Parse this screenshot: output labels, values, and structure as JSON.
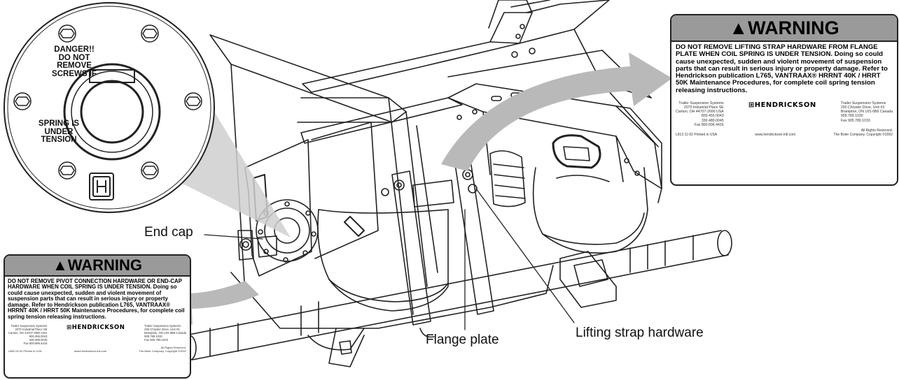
{
  "callouts": {
    "end_cap": "End cap",
    "flange_plate": "Flange plate",
    "lifting_strap": "Lifting strap hardware"
  },
  "disc": {
    "line1": "DANGER!!",
    "line2": "DO NOT",
    "line3": "REMOVE",
    "line4": "SCREWS IF",
    "line5": "SPRING IS",
    "line6": "UNDER",
    "line7": "TENSION"
  },
  "warning_top": {
    "title": "WARNING",
    "text": "DO NOT REMOVE LIFTING STRAP HARDWARE FROM FLANGE PLATE WHEN COIL SPRING IS UNDER TENSION. Doing so could cause unexpected, sudden and violent movement of suspension parts that can result in serious injury or property damage. Refer to Hendrickson publication L765, VANTRAAX® HRRNT 40K / HRRT 50K Maintenance Procedures, for complete coil spring tension releasing instructions.",
    "addr_left": [
      "Trailer Suspension Systems",
      "2070 Industrial Place SE",
      "Canton, OH 44707-2600 USA",
      "800.455.0043",
      "330.489.0045",
      "Fax 800.696.4416"
    ],
    "brand": "HENDRICKSON",
    "addr_right": [
      "Trailer Suspension Systems",
      "250 Chrysler Drive, Unit #3",
      "Brampton, ON L6S 6B6 Canada",
      "905.789.1030",
      "Fax 905.789.1033"
    ],
    "code": "L813 11-02 Printed in USA",
    "web": "www.hendrickson-intl.com",
    "rights1": "All Rights Reserved.",
    "rights2": "The Boler Company. Copyright ©2002"
  },
  "warning_bottom": {
    "title": "WARNING",
    "text": "DO NOT REMOVE PIVOT CONNECTION HARDWARE OR END-CAP HARDWARE WHEN COIL SPRING IS UNDER TENSION. Doing so could cause unexpected, sudden and violent movement of suspension parts that can result in serious injury or property damage. Refer to Hendrickson publication L765, VANTRAAX® HRRNT 40K / HRRT 50K Maintenance Procedures, for complete coil spring tension releasing instructions.",
    "addr_left": [
      "Trailer Suspension Systems",
      "2070 Industrial Place SE",
      "Canton, OH 44707-2600 USA",
      "800.455.0043",
      "330.489.0045",
      "Fax 800.696.4416"
    ],
    "brand": "HENDRICKSON",
    "addr_right": [
      "Trailer Suspension Systems",
      "250 Chrysler Drive, Unit #3",
      "Brampton, ON L6S 6B6 Canada",
      "905.789.1030",
      "Fax 905.789.1033"
    ],
    "code": "L860 03-02 Printed in USA",
    "web": "www.hendrickson-intl.com",
    "rights1": "All Rights Reserved.",
    "rights2": "The Boler Company. Copyright ©2002"
  },
  "colors": {
    "line": "#222222",
    "arrow": "#b9b9b9",
    "header": "#9a9a9a"
  }
}
